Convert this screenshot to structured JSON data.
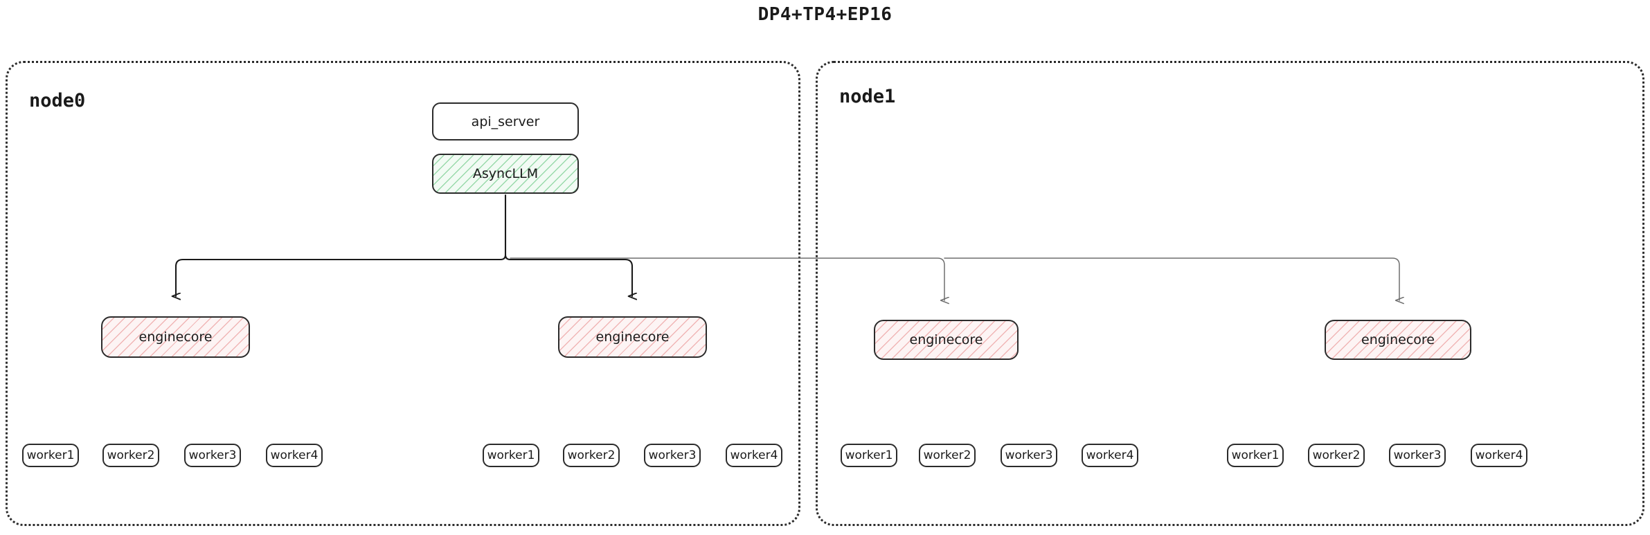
{
  "title": "DP4+TP4+EP16",
  "colors": {
    "node_border": "#2b2b2b",
    "box_border": "#2b2b2b",
    "async_hatch": "#50be6e",
    "engine_hatch": "#e47878",
    "edge_strong": "#1a1a1a",
    "edge_weak": "#6e6e6e",
    "background": "#ffffff",
    "text": "#1a1a1a"
  },
  "nodes": [
    {
      "id": "node0",
      "label": "node0",
      "api_server": {
        "label": "api_server"
      },
      "async_llm": {
        "label": "AsyncLLM"
      },
      "enginecores": [
        {
          "label": "enginecore",
          "workers": [
            {
              "label": "worker1"
            },
            {
              "label": "worker2"
            },
            {
              "label": "worker3"
            },
            {
              "label": "worker4"
            }
          ]
        },
        {
          "label": "enginecore",
          "workers": [
            {
              "label": "worker1"
            },
            {
              "label": "worker2"
            },
            {
              "label": "worker3"
            },
            {
              "label": "worker4"
            }
          ]
        }
      ]
    },
    {
      "id": "node1",
      "label": "node1",
      "enginecores": [
        {
          "label": "enginecore",
          "workers": [
            {
              "label": "worker1"
            },
            {
              "label": "worker2"
            },
            {
              "label": "worker3"
            },
            {
              "label": "worker4"
            }
          ]
        },
        {
          "label": "enginecore",
          "workers": [
            {
              "label": "worker1"
            },
            {
              "label": "worker2"
            },
            {
              "label": "worker3"
            },
            {
              "label": "worker4"
            }
          ]
        }
      ]
    }
  ]
}
